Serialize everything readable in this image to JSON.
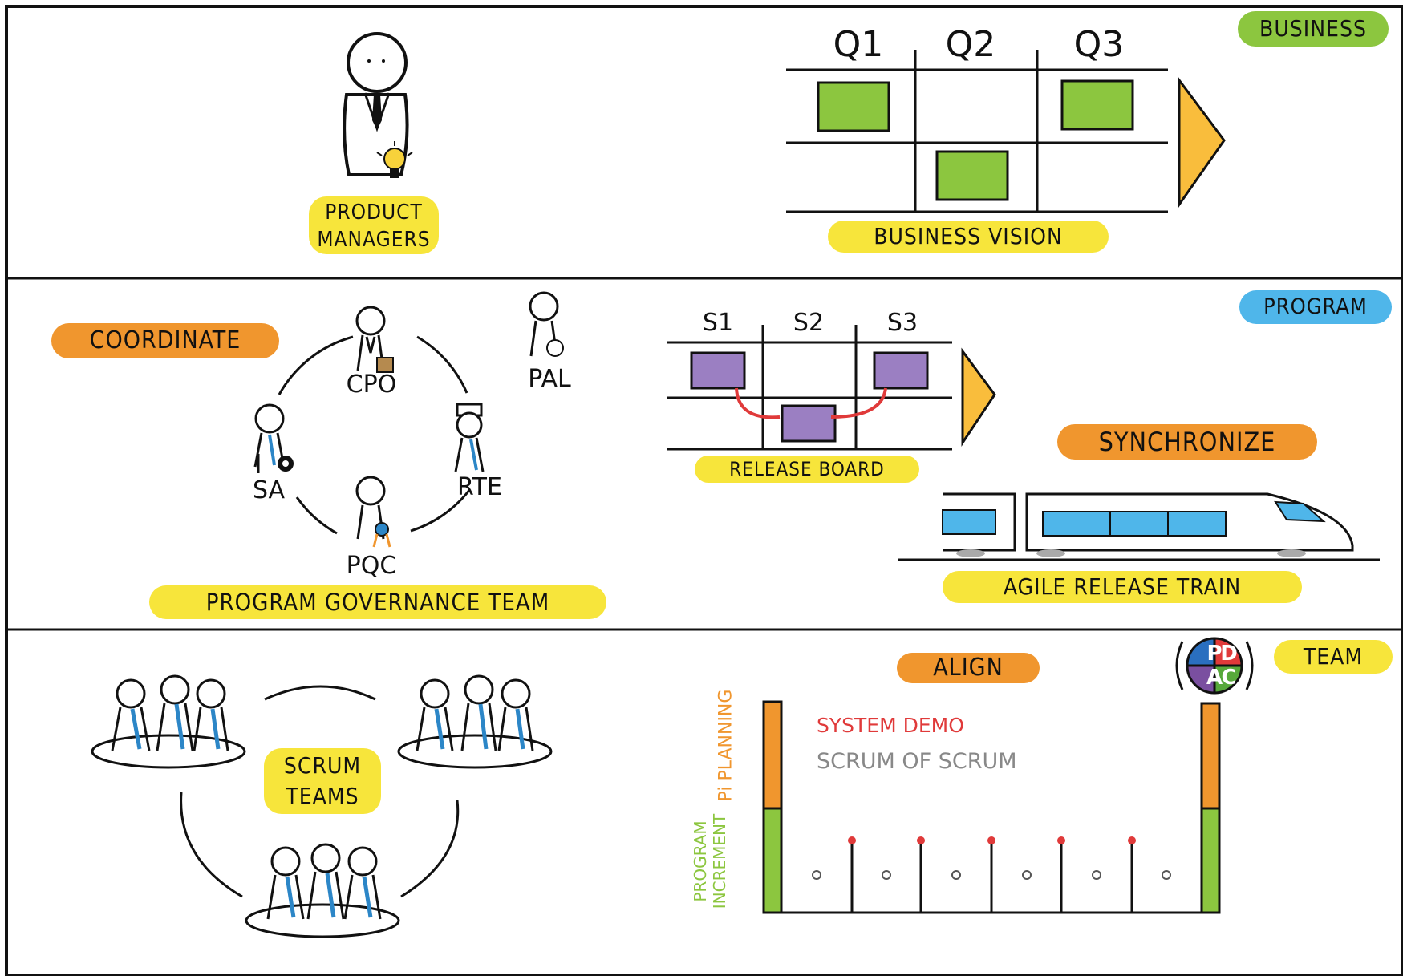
{
  "sections": {
    "business": {
      "tag": "BUSINESS",
      "person_label_line1": "PRODUCT",
      "person_label_line2": "MANAGERS",
      "quarters": [
        "Q1",
        "Q2",
        "Q3"
      ],
      "board_label": "BUSINESS VISION"
    },
    "program": {
      "tag": "PROGRAM",
      "coordinate_label": "COORDINATE",
      "roles": [
        "CPO",
        "RTE",
        "PQC",
        "SA",
        "PAL"
      ],
      "governance_label": "PROGRAM GOVERNANCE TEAM",
      "sprints": [
        "S1",
        "S2",
        "S3"
      ],
      "release_board_label": "RELEASE BOARD",
      "synchronize_label": "SYNCHRONIZE",
      "train_label": "AGILE RELEASE TRAIN"
    },
    "team": {
      "tag": "TEAM",
      "align_label": "ALIGN",
      "scrum_line1": "SCRUM",
      "scrum_line2": "TEAMS",
      "pdca": [
        "P",
        "D",
        "A",
        "C"
      ],
      "system_demo": "SYSTEM DEMO",
      "scrum_of_scrum": "SCRUM OF SCRUM",
      "pi_planning": "Pi PLANNING",
      "program_increment_line1": "PROGRAM",
      "program_increment_line2": "INCREMENT"
    }
  },
  "colors": {
    "highlight_yellow": "#f7e53b",
    "highlight_orange": "#f0962e",
    "tag_green": "#8cc63f",
    "tag_blue": "#4fb6ea",
    "card_green": "#8cc63f",
    "card_purple": "#9b7fc2",
    "arrow_yellow": "#f9bd3c",
    "train_blue": "#4fb6ea",
    "demo_red": "#e03a3a",
    "pdca_blue": "#2a6fbf",
    "pdca_red": "#e03a3a",
    "pdca_purple": "#7a4fa0",
    "pdca_green": "#57a83a"
  }
}
